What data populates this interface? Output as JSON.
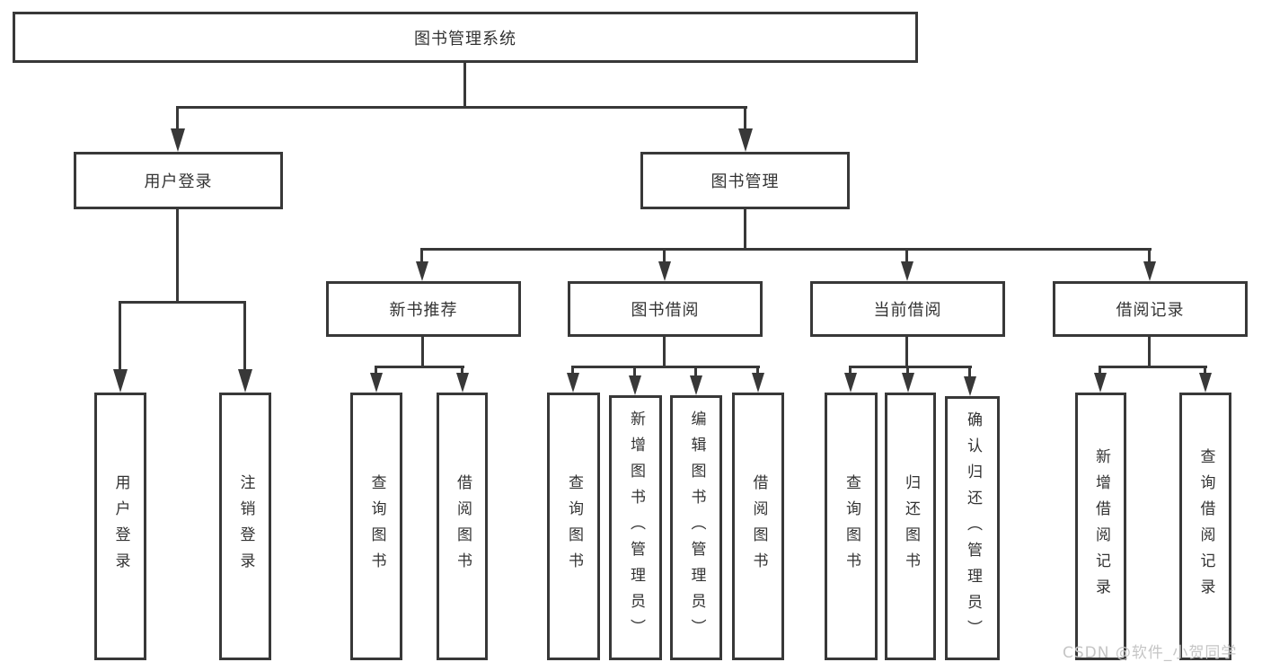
{
  "root": {
    "label": "图书管理系统"
  },
  "level1": [
    {
      "label": "用户登录",
      "children": [
        {
          "label": "用户登录"
        },
        {
          "label": "注销登录"
        }
      ]
    },
    {
      "label": "图书管理",
      "children": [
        {
          "label": "新书推荐",
          "children": [
            {
              "label": "查询图书"
            },
            {
              "label": "借阅图书"
            }
          ]
        },
        {
          "label": "图书借阅",
          "children": [
            {
              "label": "查询图书"
            },
            {
              "label": "新增图书（管理员）"
            },
            {
              "label": "编辑图书（管理员）"
            },
            {
              "label": "借阅图书"
            }
          ]
        },
        {
          "label": "当前借阅",
          "children": [
            {
              "label": "查询图书"
            },
            {
              "label": "归还图书"
            },
            {
              "label": "确认归还（管理员）"
            }
          ]
        },
        {
          "label": "借阅记录",
          "children": [
            {
              "label": "新增借阅记录"
            },
            {
              "label": "查询借阅记录"
            }
          ]
        }
      ]
    }
  ],
  "watermark": {
    "text": "CSDN @软件_小贺同学"
  },
  "colors": {
    "line": "#383838",
    "text": "#333333",
    "background": "#ffffff",
    "watermark": "#c5c5c5"
  }
}
